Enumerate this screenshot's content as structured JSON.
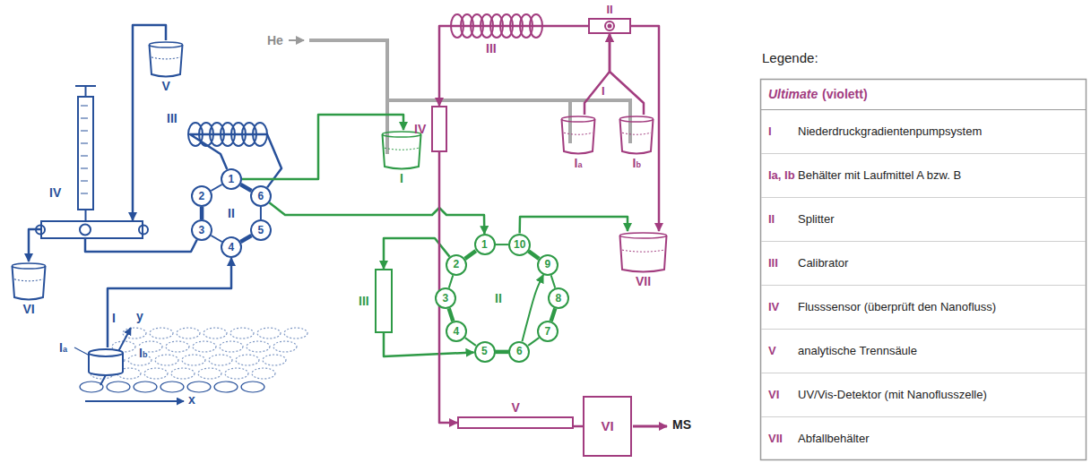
{
  "diagram": {
    "nodes": [
      {
        "text": [
          "1"
        ]
      },
      {
        "text": [
          "2"
        ]
      },
      {
        "text": [
          "3"
        ]
      },
      {
        "text": [
          "4"
        ]
      },
      {
        "text": [
          "5"
        ]
      },
      {
        "text": [
          "6"
        ]
      },
      {
        "text": [
          "1"
        ]
      },
      {
        "text": [
          "2"
        ]
      },
      {
        "text": [
          "3"
        ]
      },
      {
        "text": [
          "4"
        ]
      },
      {
        "text": [
          "5"
        ]
      },
      {
        "text": [
          "6"
        ]
      },
      {
        "text": [
          "7"
        ]
      },
      {
        "text": [
          "8"
        ]
      },
      {
        "text": [
          "9"
        ]
      },
      {
        "text": [
          "10"
        ]
      },
      {
        "text": [
          "IV"
        ]
      },
      {
        "text": [
          "V"
        ]
      },
      {
        "text": [
          "VI"
        ]
      },
      {
        "text": [
          "I"
        ]
      },
      {
        "text": [
          "I"
        ]
      },
      {
        "text": [
          "III"
        ]
      },
      {
        "text": [
          "Ia"
        ]
      },
      {
        "text": [
          "Ib"
        ]
      },
      {
        "text": [
          "II"
        ]
      },
      {
        "text": [
          "IV"
        ]
      },
      {
        "text": [
          "V"
        ]
      },
      {
        "text": [
          "VI"
        ]
      },
      {
        "text": [
          "VII"
        ]
      }
    ],
    "edges": [
      {
        "from": 0,
        "to": 1,
        "arrow": "none"
      },
      {
        "from": 1,
        "to": 2,
        "arrow": "none"
      },
      {
        "from": 2,
        "to": 3,
        "arrow": "none"
      },
      {
        "from": 3,
        "to": 4,
        "arrow": "none"
      },
      {
        "from": 4,
        "to": 5,
        "arrow": "none"
      },
      {
        "from": 5,
        "to": 0,
        "arrow": "none"
      },
      {
        "from": 0,
        "to": 5,
        "arrow": "none"
      },
      {
        "from": 2,
        "to": 16,
        "arrow": "none"
      },
      {
        "from": 17,
        "to": 16,
        "arrow": "to"
      },
      {
        "from": 16,
        "to": 18,
        "arrow": "to"
      },
      {
        "from": 19,
        "to": 3,
        "arrow": "to"
      },
      {
        "from": 0,
        "to": 20,
        "arrow": "to"
      },
      {
        "from": 5,
        "to": 6,
        "arrow": "to"
      },
      {
        "from": 6,
        "to": 7,
        "arrow": "none"
      },
      {
        "from": 7,
        "to": 8,
        "arrow": "none"
      },
      {
        "from": 8,
        "to": 9,
        "arrow": "none"
      },
      {
        "from": 9,
        "to": 10,
        "arrow": "none"
      },
      {
        "from": 10,
        "to": 11,
        "arrow": "none"
      },
      {
        "from": 11,
        "to": 12,
        "arrow": "none"
      },
      {
        "from": 12,
        "to": 13,
        "arrow": "none"
      },
      {
        "from": 13,
        "to": 14,
        "arrow": "none"
      },
      {
        "from": 14,
        "to": 15,
        "arrow": "none"
      },
      {
        "from": 15,
        "to": 6,
        "arrow": "none"
      },
      {
        "from": 11,
        "to": 14,
        "arrow": "to"
      },
      {
        "from": 7,
        "to": 21,
        "arrow": "to"
      },
      {
        "from": 21,
        "to": 10,
        "arrow": "to"
      },
      {
        "from": 15,
        "to": 28,
        "arrow": "to"
      },
      {
        "from": 22,
        "to": 24,
        "arrow": "to"
      },
      {
        "from": 23,
        "to": 24,
        "arrow": "to"
      },
      {
        "from": 24,
        "to": 25,
        "arrow": "to"
      },
      {
        "from": 24,
        "to": 28,
        "arrow": "to"
      },
      {
        "from": 25,
        "to": 26,
        "arrow": "to"
      },
      {
        "from": 26,
        "to": 27,
        "arrow": "none"
      }
    ],
    "labels": [
      "He",
      "III",
      "II",
      "Ia",
      "Ib",
      "x",
      "y",
      "III",
      "I",
      "II",
      "MS",
      "Legende:",
      "Ultimate",
      "(violett)",
      "I",
      "Ia, Ib",
      "II",
      "III",
      "IV",
      "V",
      "VI",
      "VII"
    ],
    "legend": [
      {
        "text": "Niederdruckgradientenpumpsystem"
      },
      {
        "text": "Behälter mit Laufmittel A bzw. B"
      },
      {
        "text": "Splitter"
      },
      {
        "text": "Calibrator"
      },
      {
        "text": "Flusssensor (überprüft den Nanofluss)"
      },
      {
        "text": "analytische Trennsäule"
      },
      {
        "text": "UV/Vis-Detektor (mit Nanoflusszelle)"
      },
      {
        "text": "Abfallbehälter"
      }
    ]
  }
}
